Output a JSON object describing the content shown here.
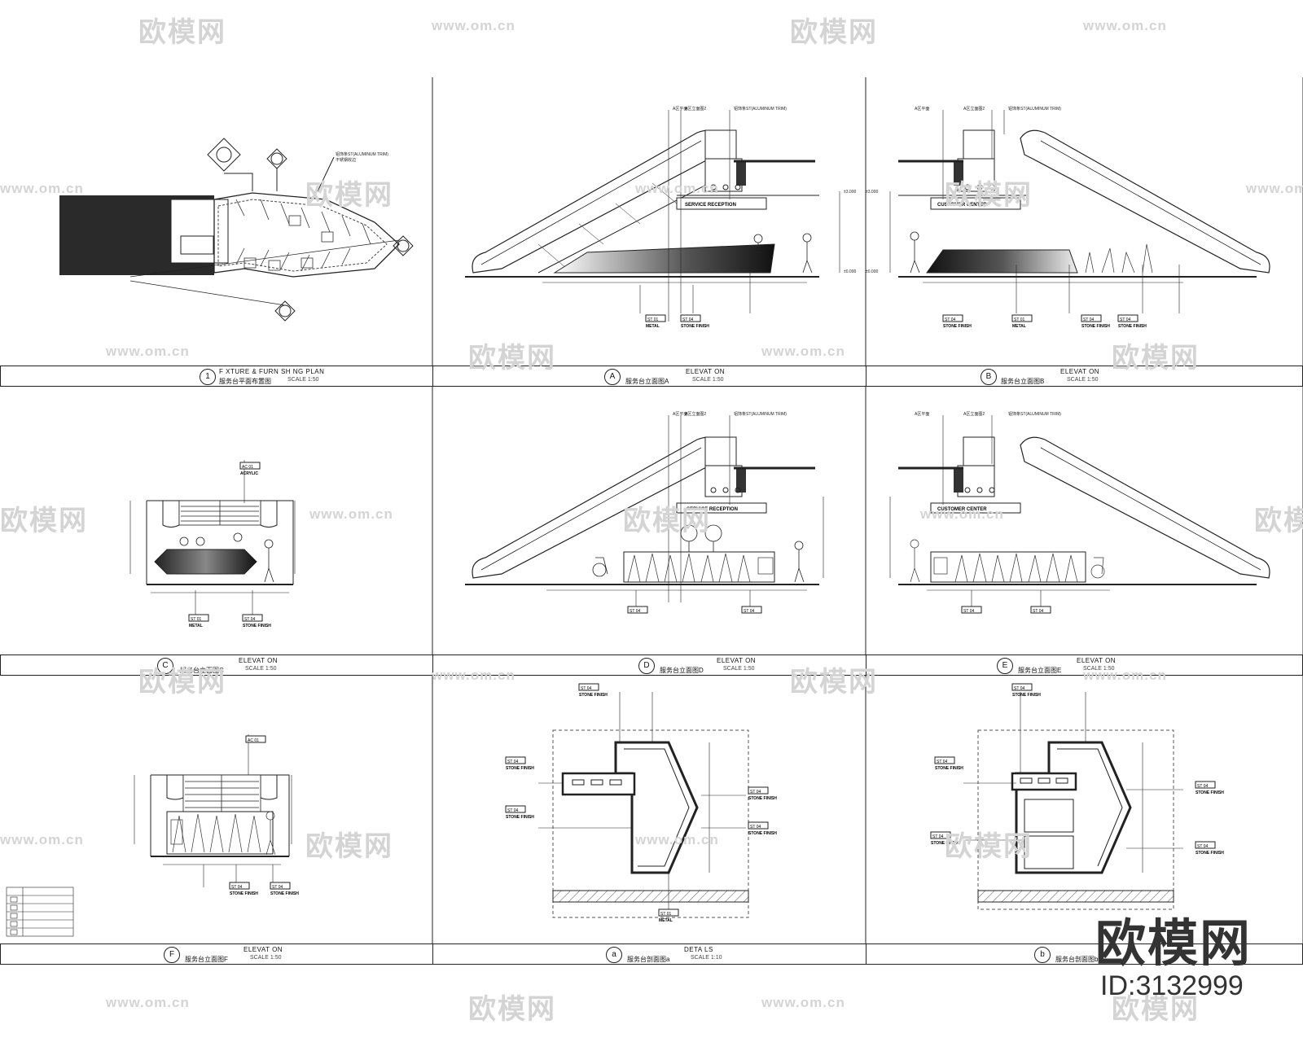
{
  "watermark": {
    "brand_cn": "欧模网",
    "url": "www.om.cn",
    "id_text": "ID:3132999"
  },
  "panels": [
    {
      "mark": "1",
      "title": "F XTURE & FURN SH NG PLAN",
      "sub": "服务台平面布置图",
      "scale": "SCALE 1:50"
    },
    {
      "mark": "A",
      "title": "ELEVAT ON",
      "sub": "服务台立面图A",
      "scale": "SCALE 1:50"
    },
    {
      "mark": "B",
      "title": "ELEVAT ON",
      "sub": "服务台立面图B",
      "scale": "SCALE 1:50"
    },
    {
      "mark": "C",
      "title": "ELEVAT ON",
      "sub": "服务台立面图C",
      "scale": "SCALE 1:50"
    },
    {
      "mark": "D",
      "title": "ELEVAT ON",
      "sub": "服务台立面图D",
      "scale": "SCALE 1:50"
    },
    {
      "mark": "E",
      "title": "ELEVAT ON",
      "sub": "服务台立面图E",
      "scale": "SCALE 1:50"
    },
    {
      "mark": "F",
      "title": "ELEVAT ON",
      "sub": "服务台立面图F",
      "scale": "SCALE 1:50"
    },
    {
      "mark": "a",
      "title": "DETA LS",
      "sub": "服务台剖面图a",
      "scale": "SCALE 1:10"
    },
    {
      "mark": "b",
      "title": "",
      "sub": "服务台剖面图b",
      "scale": ""
    }
  ],
  "tags": {
    "metal": {
      "code": "ST 01",
      "name": "METAL"
    },
    "stone": {
      "code": "ST 04",
      "name": "STONE FINISH"
    },
    "acrylic": {
      "code": "AC 01",
      "name": "ACRYLIC"
    }
  },
  "signs": {
    "reception": "SERVICE RECEPTION",
    "customer": "CUSTOMER CENTER"
  }
}
